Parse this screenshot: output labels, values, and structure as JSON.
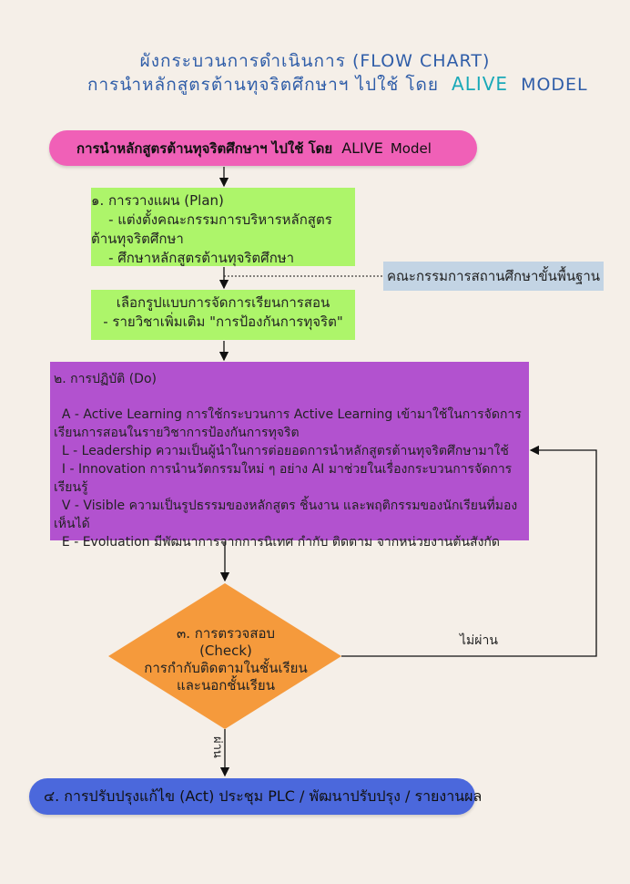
{
  "header": {
    "title_line1": "ผังกระบวนการดำเนินการ (FLOW CHART)",
    "title_line2": "การนำหลักสูตรต้านทุจริตศึกษาฯ ไปใช้ โดย",
    "title_alive": "ALIVE",
    "title_model": "MODEL"
  },
  "start": {
    "text": "การนำหลักสูตรต้านทุจริตศึกษาฯ ไปใช้ โดย",
    "alive": "ALIVE",
    "model": "Model"
  },
  "plan": {
    "line1": "๑. การวางแผน (Plan)",
    "line2": "    - แต่งตั้งคณะกรรมการบริหารหลักสูตร",
    "line3": "ต้านทุจริตศึกษา",
    "line4": "    - ศึกษาหลักสูตรต้านทุจริตศึกษา"
  },
  "committee": "คณะกรรมการสถานศึกษาขั้นพื้นฐาน",
  "select": {
    "line1": "เลือกรูปแบบการจัดการเรียนการสอน",
    "line2": "- รายวิชาเพิ่มเติม \"การป้องกันการทุจริต\""
  },
  "do": {
    "heading": "๒. การปฏิบัติ (Do)",
    "a": "  A - Active Learning การใช้กระบวนการ Active Learning เข้ามาใช้ในการจัดการเรียนการสอนในรายวิชาการป้องกันการทุจริต",
    "l": "  L - Leadership ความเป็นผู้นำในการต่อยอดการนำหลักสูตรต้านทุจริตศึกษามาใช้",
    "i": "  I - Innovation การนำนวัตกรรมใหม่ ๆ อย่าง AI มาช่วยในเรื่องกระบวนการจัดการเรียนรู้",
    "v": "  V - Visible ความเป็นรูปธรรมของหลักสูตร ชิ้นงาน และพฤติกรรมของนักเรียนที่มองเห็นได้",
    "e": "  E - Evoluation มีพัฒนาการจากการนิเทศ กำกับ ติดตาม จากหน่วยงานต้นสังกัด"
  },
  "check": {
    "line1": "๓. การตรวจสอบ",
    "line2": "(Check)",
    "line3": "การกำกับติดตามในชั้นเรียน",
    "line4": "และนอกชั้นเรียน"
  },
  "labels": {
    "fail": "ไม่ผ่าน",
    "pass": "ผ่าน"
  },
  "act": {
    "text": "๔. การปรับปรุงแก้ไข (Act) ประชุม PLC / พัฒนาปรับปรุง / รายงานผล"
  },
  "colors": {
    "start": "#f060b7",
    "plan": "#adf56a",
    "committee": "#c3d4e4",
    "do": "#b252cf",
    "check": "#f59a3c",
    "act": "#4b68dc",
    "title": "#2f5da8",
    "alive": "#1aa9b8"
  }
}
